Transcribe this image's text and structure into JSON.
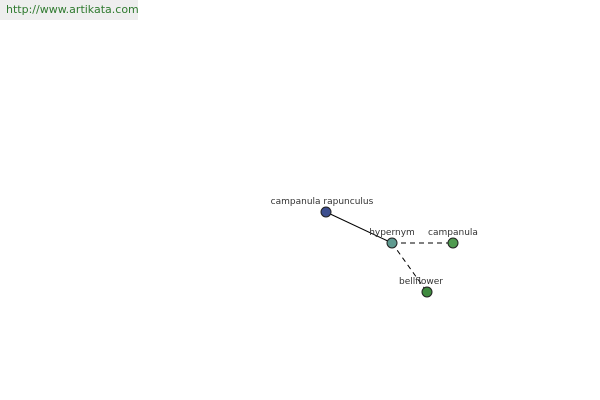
{
  "header": {
    "site_url": "http://www.artikata.com"
  },
  "graph": {
    "nodes": [
      {
        "id": "campanula-rapunculus",
        "label": "campanula rapunculus",
        "color": "#3d4f8f"
      },
      {
        "id": "hypernym",
        "label": "hypernym",
        "color": "#5f9a90"
      },
      {
        "id": "campanula",
        "label": "campanula",
        "color": "#4f9a4f"
      },
      {
        "id": "bellflower",
        "label": "bellflower",
        "color": "#3f8a3f"
      }
    ],
    "edges": [
      {
        "from": "campanula-rapunculus",
        "to": "hypernym",
        "style": "solid"
      },
      {
        "from": "hypernym",
        "to": "campanula",
        "style": "dashed"
      },
      {
        "from": "hypernym",
        "to": "bellflower",
        "style": "dashed"
      }
    ]
  }
}
